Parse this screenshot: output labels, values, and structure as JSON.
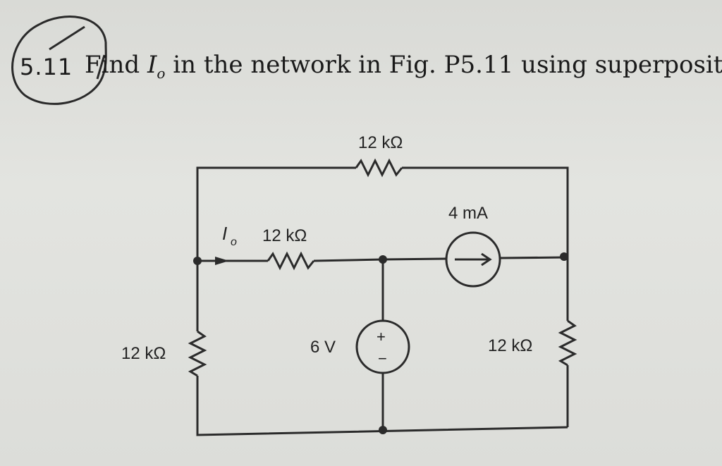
{
  "problem": {
    "number": "5.11",
    "text": "Find",
    "variable": "I",
    "subscript": "o",
    "rest": " in the network in Fig. P5.11 using superpositi"
  },
  "circuit": {
    "top_resistor": "12 kΩ",
    "io_label": "I",
    "io_subscript": "o",
    "middle_resistor": "12 kΩ",
    "current_source": "4 mA",
    "left_resistor": "12 kΩ",
    "voltage_source": "6 V",
    "voltage_plus": "+",
    "voltage_minus": "−",
    "right_resistor": "12 kΩ"
  }
}
